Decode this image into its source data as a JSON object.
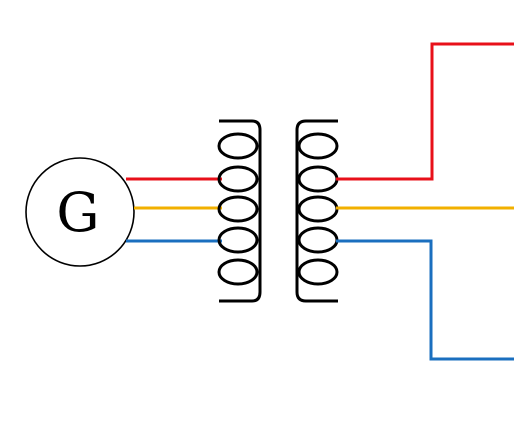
{
  "generator": {
    "label": "G"
  },
  "colors": {
    "phase_a": "#e8101a",
    "phase_b": "#f2b000",
    "phase_c": "#1a6fbf",
    "coil": "#000000",
    "background": "#ffffff"
  },
  "components": {
    "generator_icon": "generator-circle",
    "transformer_icon": "transformer-coils"
  }
}
